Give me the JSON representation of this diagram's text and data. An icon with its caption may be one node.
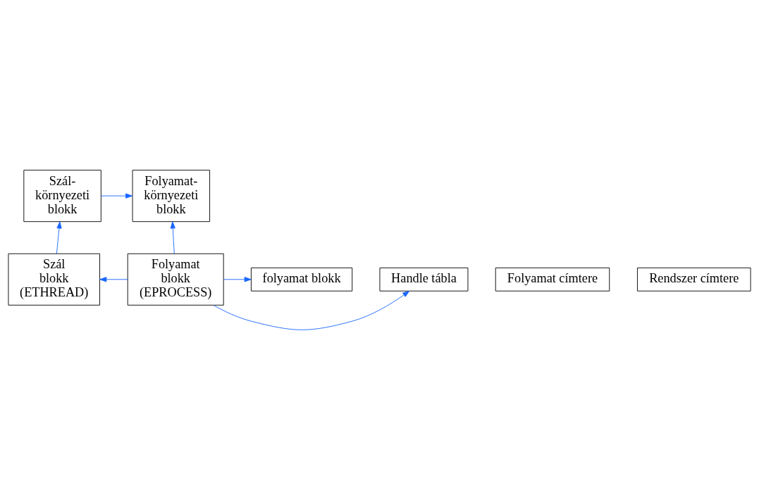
{
  "diagram": {
    "nodes": [
      {
        "text": [
          "Folyamat- környezeti blokk"
        ]
      },
      {
        "text": [
          "Szál- környezeti blokk"
        ]
      },
      {
        "text": [
          "Folyamat címtere"
        ]
      },
      {
        "text": [
          "Rendszer címtere"
        ]
      },
      {
        "text": [
          "Folyamat blokk (EPROCESS)"
        ]
      },
      {
        "text": [
          "folyamat blokk"
        ]
      },
      {
        "text": [
          "Handle tábla"
        ]
      },
      {
        "text": [
          "Szál blokk (ETHREAD)"
        ]
      }
    ],
    "edges": [
      {
        "from": 1,
        "to": 0,
        "arrow": "to"
      },
      {
        "from": 4,
        "to": 0,
        "arrow": "to"
      },
      {
        "from": 4,
        "to": 5,
        "arrow": "to"
      },
      {
        "from": 4,
        "to": 6,
        "arrow": "to"
      },
      {
        "from": 4,
        "to": 7,
        "arrow": "to"
      },
      {
        "from": 7,
        "to": 1,
        "arrow": "to"
      }
    ]
  }
}
